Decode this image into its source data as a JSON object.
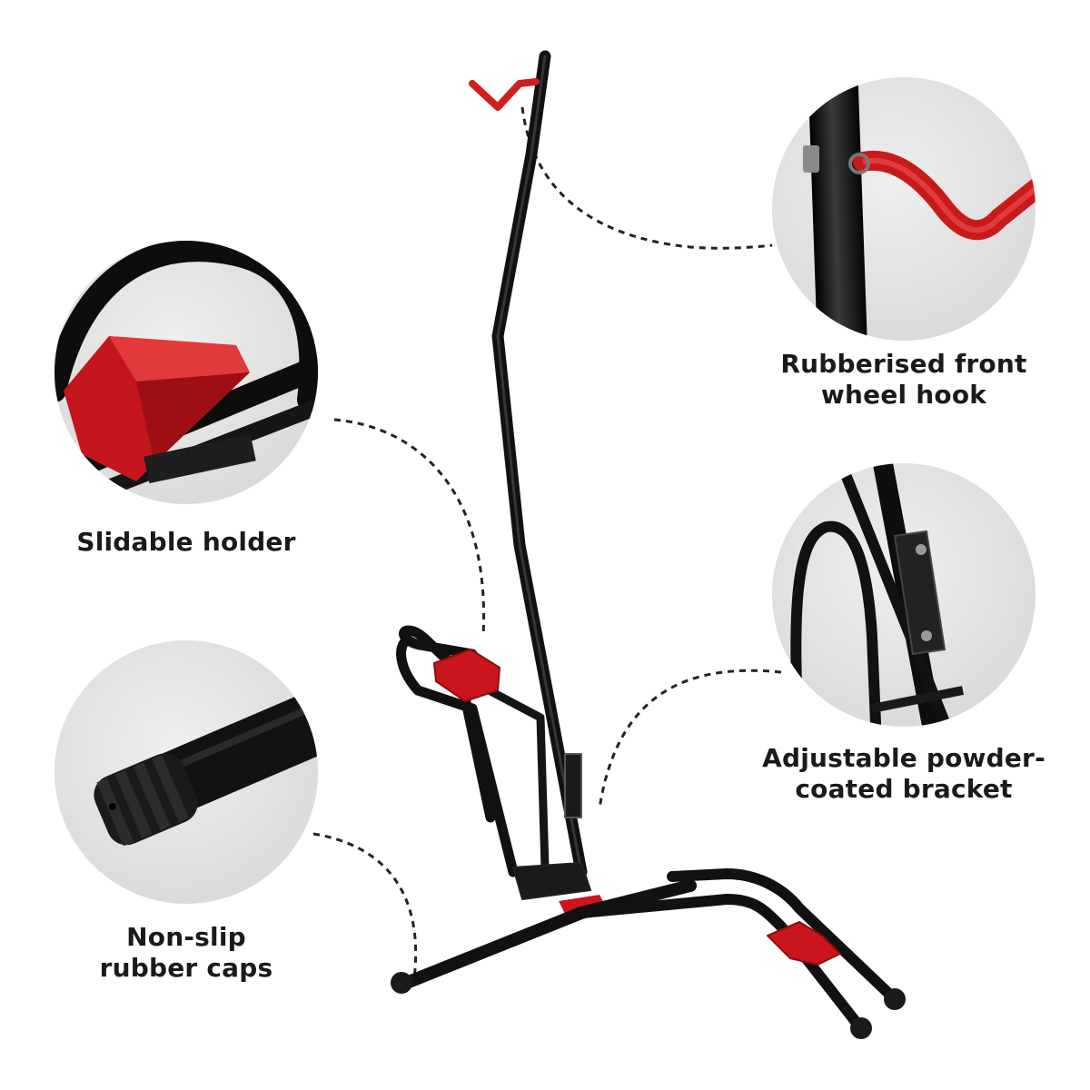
{
  "callouts": {
    "slidable_holder": {
      "label": "Slidable holder"
    },
    "wheel_hook": {
      "label": "Rubberised front\nwheel hook"
    },
    "bracket": {
      "label": "Adjustable powder-\ncoated bracket"
    },
    "rubber_caps": {
      "label": "Non-slip\nrubber caps"
    }
  },
  "colors": {
    "frame": "#111111",
    "accent_red": "#d41c1c",
    "circle_bg": "#e4e4e4",
    "label_text": "#1a1a1a"
  }
}
